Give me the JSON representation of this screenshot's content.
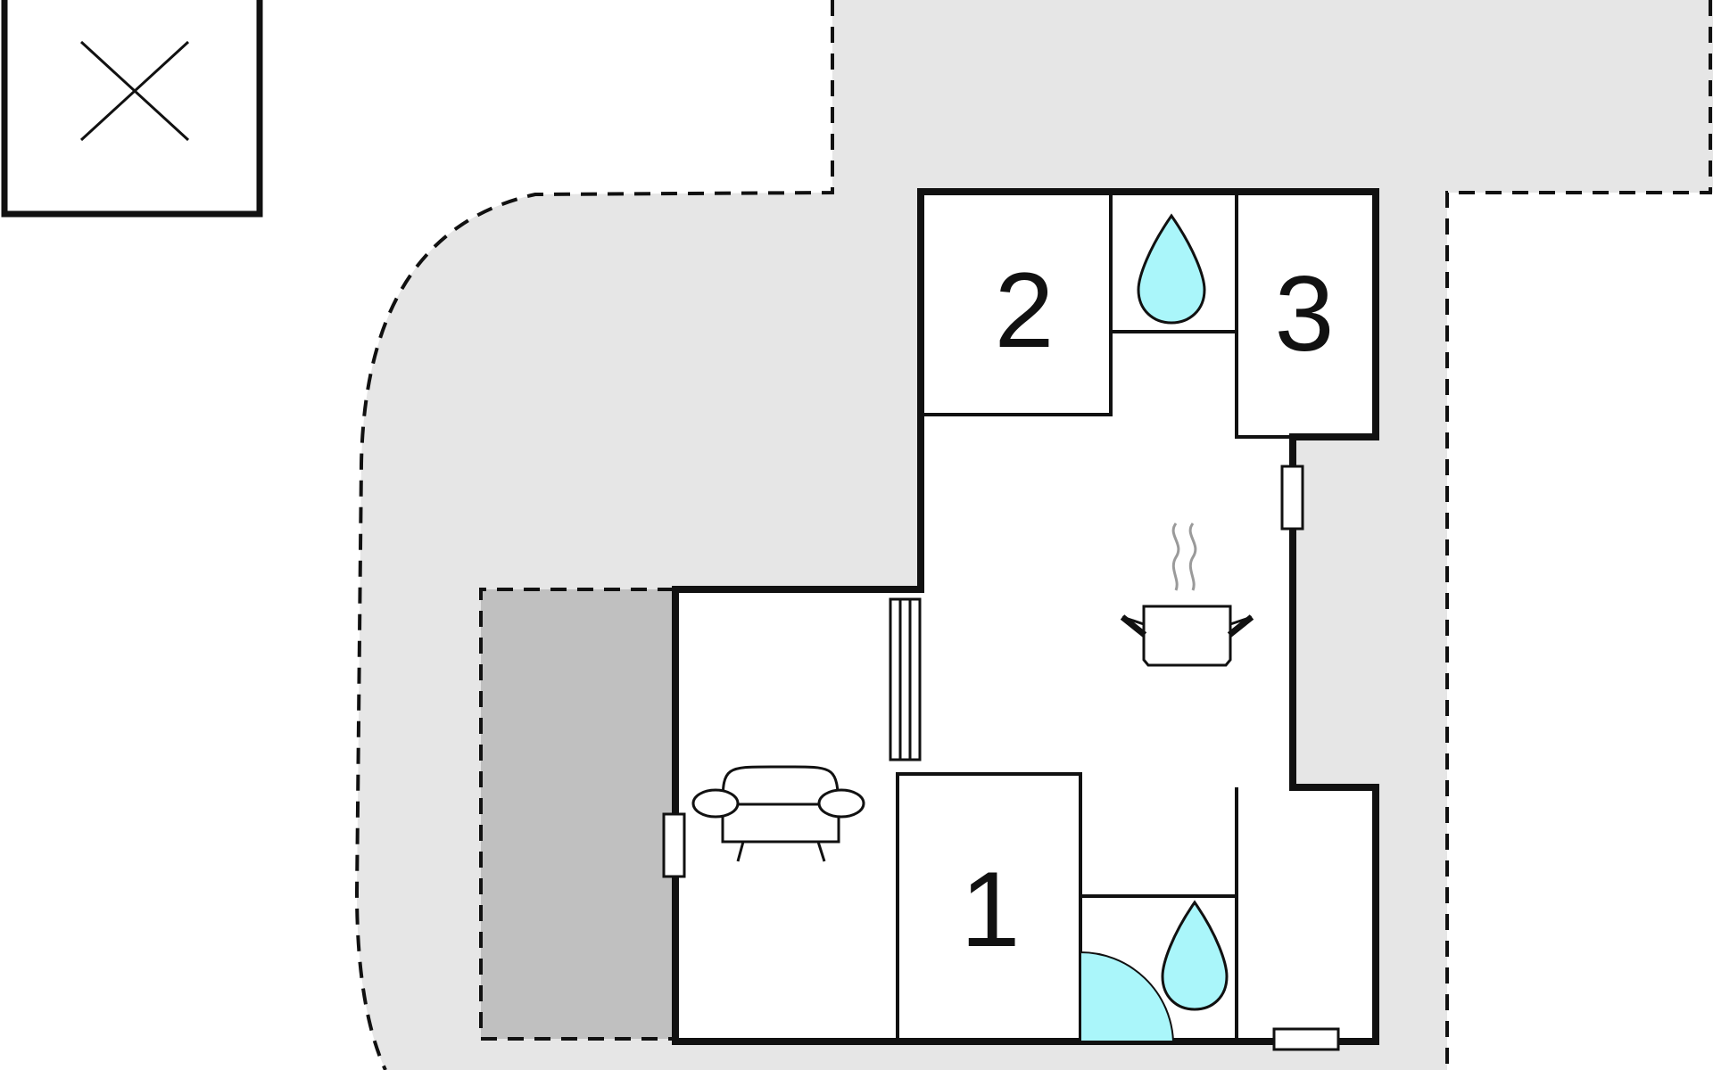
{
  "floorplan": {
    "rooms": {
      "bedroom_1": {
        "label": "1"
      },
      "bedroom_2": {
        "label": "2"
      },
      "bedroom_3": {
        "label": "3"
      }
    },
    "icons": {
      "north_marker": "x-marker-icon",
      "bathroom": "water-drop-icon",
      "kitchen": "cooking-pot-icon",
      "living": "sofa-icon",
      "window": "window-icon",
      "door_swing": "door-swing-icon"
    },
    "colors": {
      "background": "#ffffff",
      "terrace": "#e6e6e6",
      "covered_terrace": "#c0c0c0",
      "wall": "#111111",
      "water": "#aaf6fa",
      "steam": "#9a9a9a"
    }
  }
}
